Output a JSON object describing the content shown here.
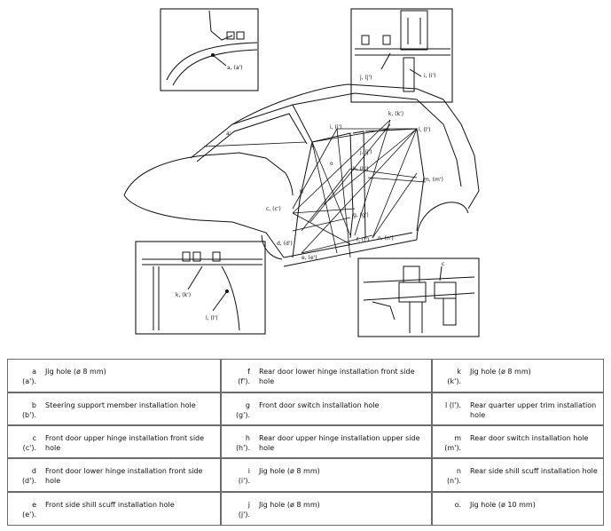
{
  "diagram": {
    "callouts": [
      "a, (a')",
      "j, (j')",
      "i, (i')",
      "k, (k')",
      "l, (l')",
      "c"
    ],
    "car_labels": [
      "a",
      "a'",
      "b",
      "c, (c')",
      "d, (d')",
      "e, (e')",
      "f, (f')",
      "g, (g')",
      "h, (h')",
      "i, (i')",
      "j, (j')",
      "k, (k')",
      "l, (l')",
      "m, (m')",
      "n, (n')",
      "o"
    ]
  },
  "legend": {
    "rows": [
      [
        {
          "code": "a\n(a').",
          "desc": "Jig hole (ø 8 mm)"
        },
        {
          "code": "f\n(f').",
          "desc": "Rear door lower hinge installation front side hole"
        },
        {
          "code": "k\n(k').",
          "desc": "Jig hole (ø 8 mm)"
        }
      ],
      [
        {
          "code": "b\n(b').",
          "desc": "Steering support member installation hole"
        },
        {
          "code": "g\n(g').",
          "desc": "Front door switch installation hole"
        },
        {
          "code": "l (l').",
          "desc": "Rear quarter upper trim installation hole"
        }
      ],
      [
        {
          "code": "c\n(c').",
          "desc": "Front door upper hinge installation front side hole"
        },
        {
          "code": "h\n(h').",
          "desc": "Rear door upper hinge installation upper side hole"
        },
        {
          "code": "m\n(m').",
          "desc": "Rear door switch installation hole"
        }
      ],
      [
        {
          "code": "d\n(d').",
          "desc": "Front door lower hinge installation front side hole"
        },
        {
          "code": "i\n(i').",
          "desc": "Jig hole (ø 8 mm)"
        },
        {
          "code": "n\n(n').",
          "desc": "Rear side shill scuff installation hole"
        }
      ],
      [
        {
          "code": "e\n(e').",
          "desc": "Front side shill scuff installation hole"
        },
        {
          "code": "j\n(j').",
          "desc": "Jig hole (ø 8 mm)"
        },
        {
          "code": "o.",
          "desc": "Jig hole (ø 10 mm)"
        }
      ]
    ]
  }
}
